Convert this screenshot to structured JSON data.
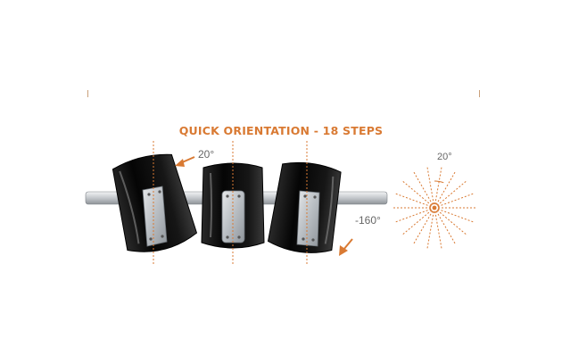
{
  "title": "QUICK ORIENTATION - 18 STEPS",
  "labels": {
    "left_angle": "20°",
    "right_angle": "-160°",
    "step_angle": "20°"
  },
  "rose_steps": 18,
  "colors": {
    "accent": "#d97a33",
    "speaker_body": "#111111",
    "bracket": "#c4c8cc",
    "bar": "#c8ccd0",
    "text_dark": "#555555"
  }
}
